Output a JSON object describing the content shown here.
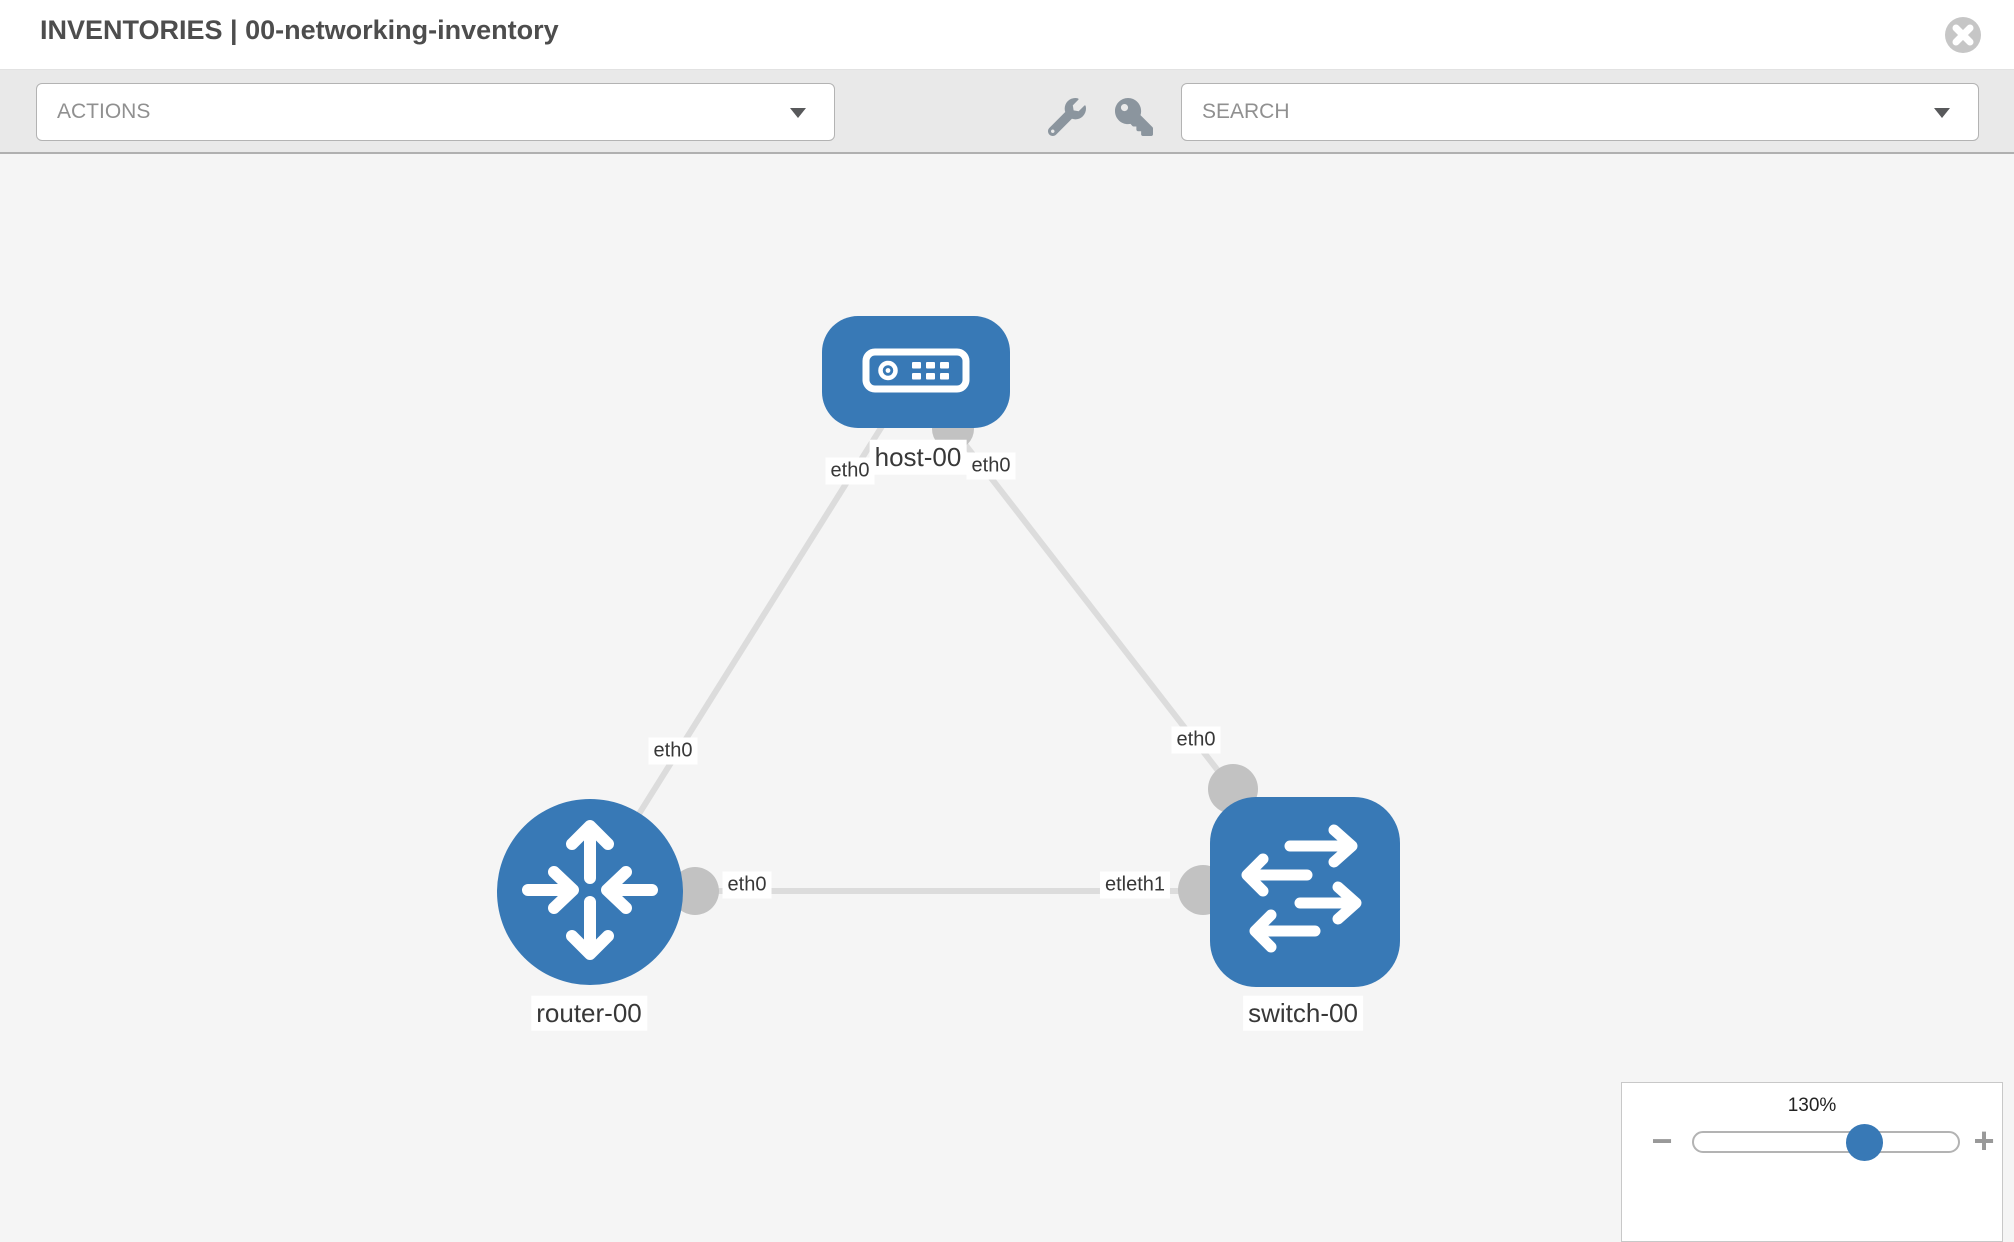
{
  "header": {
    "title": "INVENTORIES | 00-networking-inventory",
    "close_icon": "circle-x-icon"
  },
  "toolbar": {
    "actions_dropdown": {
      "selected_label": "ACTIONS"
    },
    "search_dropdown": {
      "selected_label": "SEARCH"
    },
    "icons": [
      {
        "name": "wrench-icon"
      },
      {
        "name": "key-icon"
      }
    ]
  },
  "topology": {
    "nodes": [
      {
        "id": "host-00",
        "label": "host-00",
        "type": "host",
        "icon": "server-icon"
      },
      {
        "id": "router-00",
        "label": "router-00",
        "type": "router",
        "icon": "router-arrows-icon"
      },
      {
        "id": "switch-00",
        "label": "switch-00",
        "type": "switch",
        "icon": "switch-arrows-icon"
      }
    ],
    "links": [
      {
        "source": "host-00",
        "target": "router-00",
        "source_label": "eth0",
        "target_label": "eth0"
      },
      {
        "source": "host-00",
        "target": "switch-00",
        "source_label": "eth0",
        "target_label": "eth0"
      },
      {
        "source": "router-00",
        "target": "switch-00",
        "source_label": "eth0",
        "target_label": "eth1",
        "target_label_displayed": "etleth1"
      }
    ]
  },
  "zoom_control": {
    "value": 130,
    "value_label": "130%",
    "minus_label": "−",
    "plus_label": "+"
  },
  "colors": {
    "node_blue": "#3879b6",
    "link_gray": "#dcdcdc",
    "interface_gray": "#c2c2c2",
    "toolbar_gray": "#e9e9e9",
    "canvas_gray": "#f5f5f5",
    "header_text": "#4d4d4d"
  }
}
